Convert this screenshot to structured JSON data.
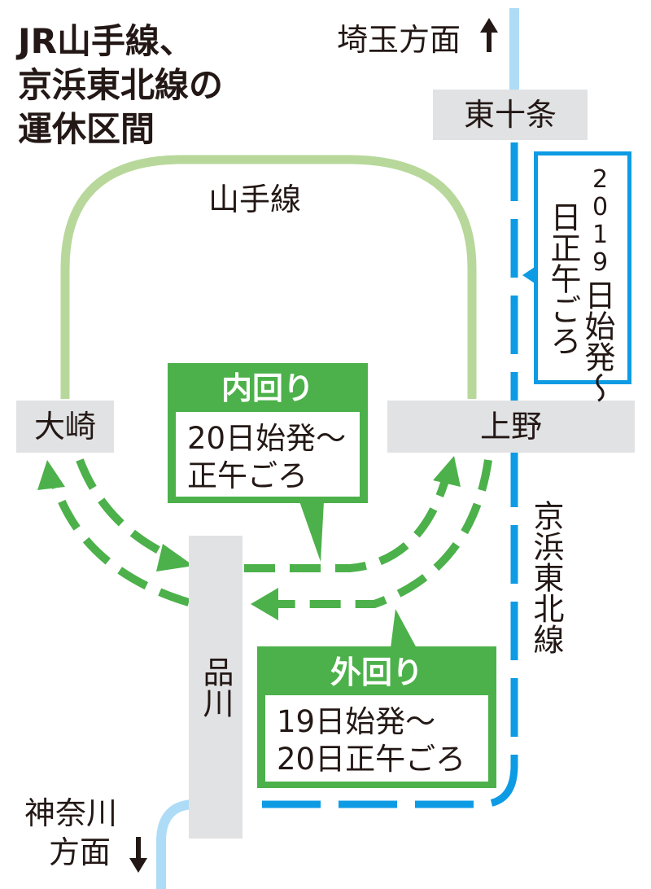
{
  "title": {
    "line1": "JR山手線、",
    "line2": "京浜東北線の",
    "line3": "運休区間"
  },
  "directions": {
    "north": "埼玉方面",
    "south_line1": "神奈川",
    "south_line2": "方面"
  },
  "lines": {
    "yamanote": "山手線",
    "keihin_tohoku": "京浜東北線"
  },
  "stations": {
    "higashi_jujo": "東十条",
    "osaki": "大崎",
    "ueno": "上野",
    "shinagawa": "品川"
  },
  "callouts": {
    "inner": {
      "label": "内回り",
      "line1": "20日始発～",
      "line2": "正午ごろ"
    },
    "outer": {
      "label": "外回り",
      "line1": "19日始発～",
      "line2": "20日正午ごろ"
    },
    "keihin": {
      "col1": "2019",
      "col1b": "日",
      "col2": "日正午ごろ",
      "col2a": "日始発～"
    }
  },
  "colors": {
    "yamanote_light_green": "#b7d89a",
    "yamanote_green": "#4cb14a",
    "keihin_blue": "#0d9be4",
    "keihin_light_blue": "#aedcf6",
    "station_gray": "#e1e2e4",
    "text": "#231815"
  }
}
